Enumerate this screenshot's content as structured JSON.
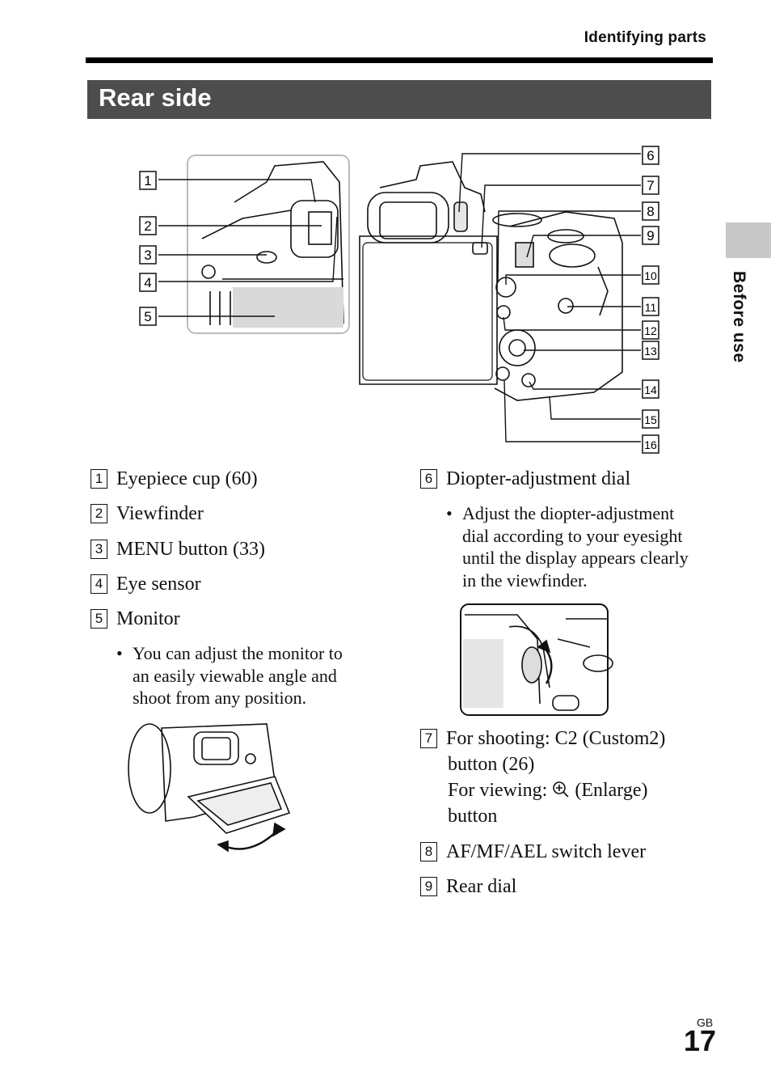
{
  "header": {
    "running_head": "Identifying parts",
    "section_title": "Rear side"
  },
  "side_tab": {
    "label": "Before use"
  },
  "callouts": [
    "1",
    "2",
    "3",
    "4",
    "5",
    "6",
    "7",
    "8",
    "9",
    "10",
    "11",
    "12",
    "13",
    "14",
    "15",
    "16"
  ],
  "items": [
    {
      "num": "1",
      "label": "Eyepiece cup (60)"
    },
    {
      "num": "2",
      "label": "Viewfinder"
    },
    {
      "num": "3",
      "label": "MENU button (33)"
    },
    {
      "num": "4",
      "label": "Eye sensor"
    },
    {
      "num": "5",
      "label": "Monitor"
    },
    {
      "num": "6",
      "label": "Diopter-adjustment dial"
    },
    {
      "num": "7",
      "line1": "For shooting: C2 (Custom2)",
      "line2": "button (26)",
      "line3_pre": "For viewing:",
      "line3_post": "(Enlarge)",
      "line4": "button"
    },
    {
      "num": "8",
      "label": "AF/MF/AEL switch lever"
    },
    {
      "num": "9",
      "label": "Rear dial"
    }
  ],
  "notes": {
    "monitor": [
      "You can adjust the monitor to",
      "an easily viewable angle and",
      "shoot from any position."
    ],
    "diopter": [
      "Adjust the diopter-adjustment",
      "dial according to your eyesight",
      "until the display appears clearly",
      "in the viewfinder."
    ]
  },
  "page": {
    "region": "GB",
    "number": "17"
  }
}
